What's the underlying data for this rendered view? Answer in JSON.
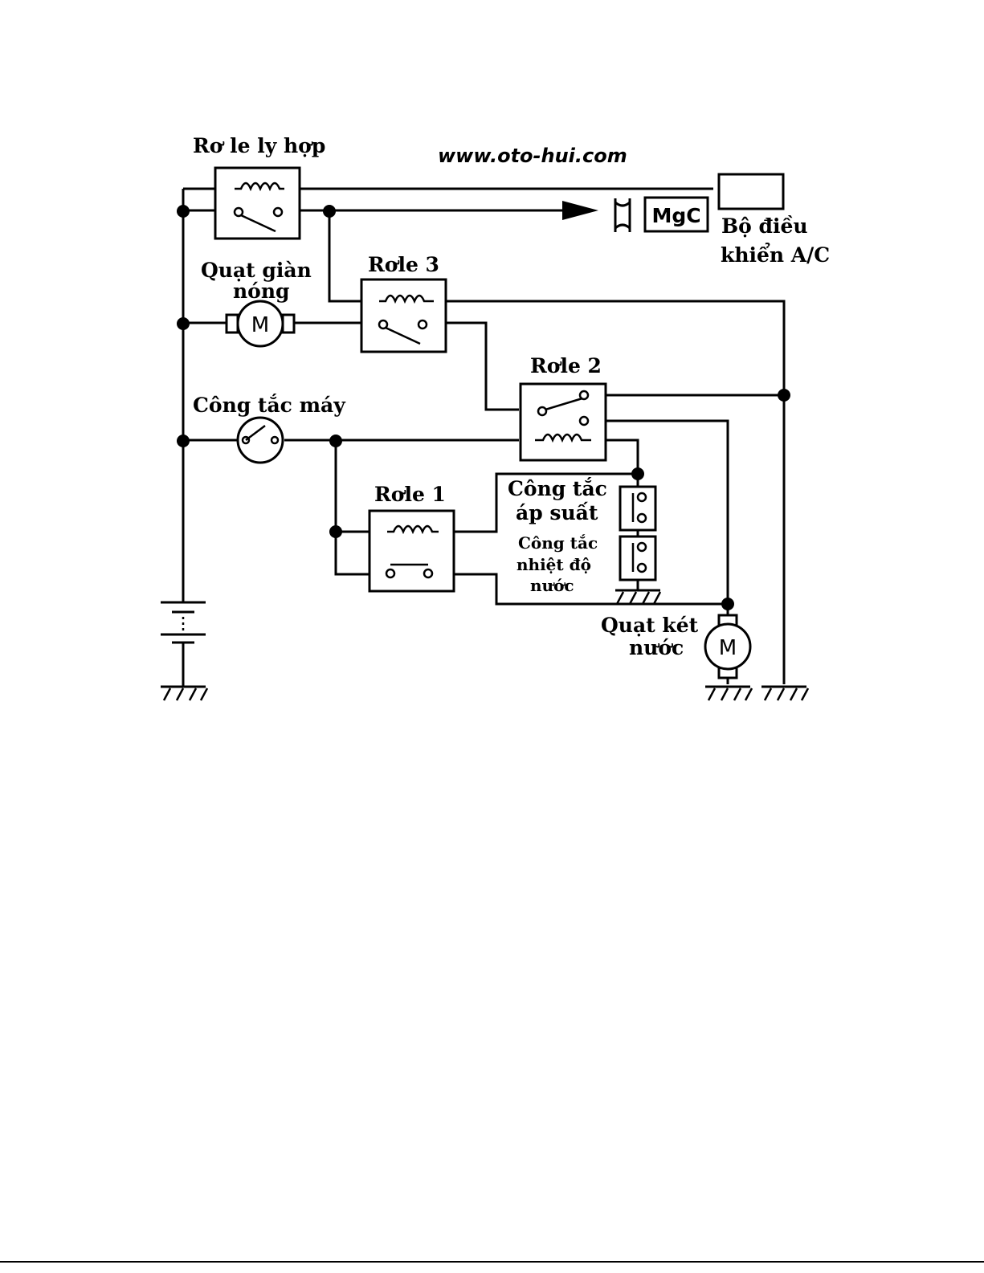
{
  "watermark": "www.oto-hui.com",
  "labels": {
    "clutch_relay": "Rơ le ly hợp",
    "ac_controller_line1": "Bộ điều",
    "ac_controller_line2": "khiển A/C",
    "condenser_fan_line1": "Quạt giàn",
    "condenser_fan_line2": "nóng",
    "relay3": "Rơle 3",
    "relay2": "Rơle 2",
    "relay1": "Rơle 1",
    "ignition_switch": "Công tắc máy",
    "pressure_switch_line1": "Công tắc",
    "pressure_switch_line2": "áp suất",
    "water_temp_switch_line1": "Công tắc",
    "water_temp_switch_line2": "nhiệt độ",
    "water_temp_switch_line3": "nước",
    "radiator_fan_line1": "Quạt két",
    "radiator_fan_line2": "nước",
    "motor_symbol": "M",
    "magnetic_clutch": "MgC"
  }
}
